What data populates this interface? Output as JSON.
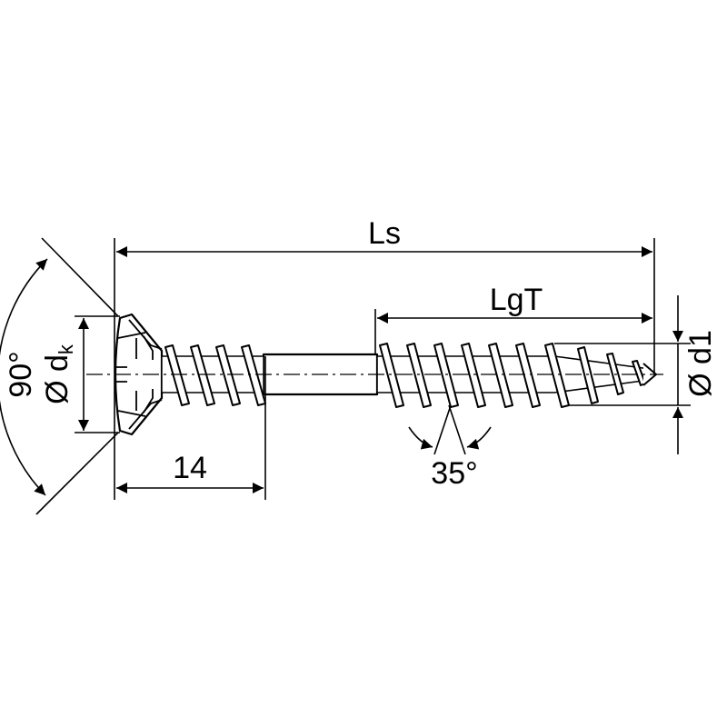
{
  "diagram": {
    "labels": {
      "overall_length": "Ls",
      "thread_length": "LgT",
      "head_length": "14",
      "thread_angle": "35°",
      "head_angle": "90°",
      "head_diameter_prefix": "Ø d",
      "head_diameter_subscript": "k",
      "thread_diameter": "Ø d1"
    },
    "colors": {
      "line": "#000000",
      "background": "#ffffff"
    }
  }
}
